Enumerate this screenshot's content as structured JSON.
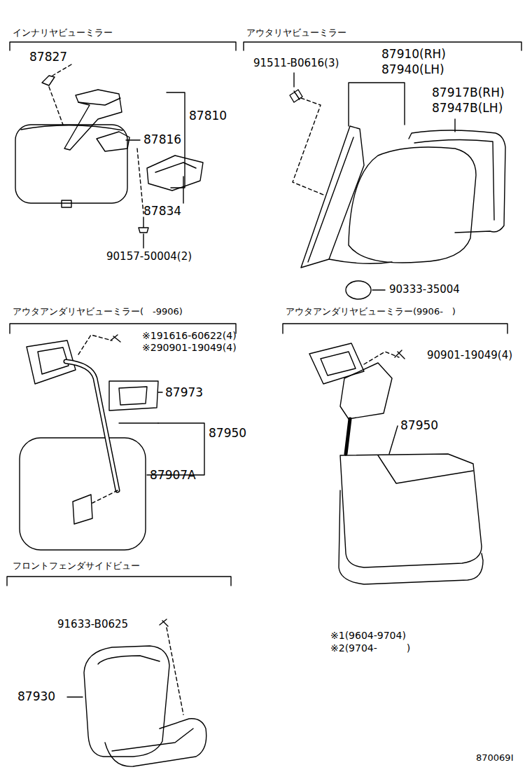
{
  "diagram": {
    "labels": [
      "インナリヤビューミラー",
      "87827",
      "87810",
      "87816",
      "87834",
      "90157-50004(2)",
      "アウタリヤビューミラー",
      "91511-B0616(3)",
      "87910(RH)",
      "87940(LH)",
      "87917B(RH)",
      "87947B(LH)",
      "90333-35004",
      "アウタアンダリヤビューミラー(　-9906)",
      "※191616-60622(4)",
      "※290901-19049(4)",
      "87973",
      "87950",
      "87907A",
      "アウタアンダリヤビューミラー(9906-　)",
      "90901-19049(4)",
      "87950",
      "フロントフェンダサイドビュー",
      "91633-B0625",
      "87930",
      "※1(9604-9704)",
      "※2(9704-　　　)",
      "870069I"
    ]
  }
}
